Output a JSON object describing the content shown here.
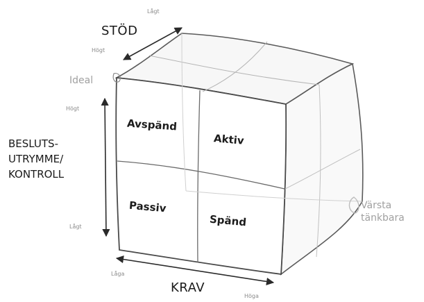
{
  "axes": {
    "stod": {
      "label": "STÖD",
      "low": "Lågt",
      "high": "Högt"
    },
    "kontroll": {
      "label_lines": [
        "BESLUTS-",
        "UTRYMME/",
        "KONTROLL"
      ],
      "high": "Högt",
      "low": "Lågt"
    },
    "krav": {
      "label": "KRAV",
      "low": "Låga",
      "high": "Höga"
    }
  },
  "corners": {
    "ideal": "Ideal",
    "worst": [
      "Värsta",
      "tänkbara"
    ]
  },
  "quadrants": {
    "top_left": "Avspänd",
    "top_right": "Aktiv",
    "bottom_left": "Passiv",
    "bottom_right": "Spänd"
  },
  "colors": {
    "ink": "#1c1c1c",
    "line": "#5a5a5a",
    "faint": "#b5b5b5",
    "grey_text": "#a0a0a0"
  }
}
